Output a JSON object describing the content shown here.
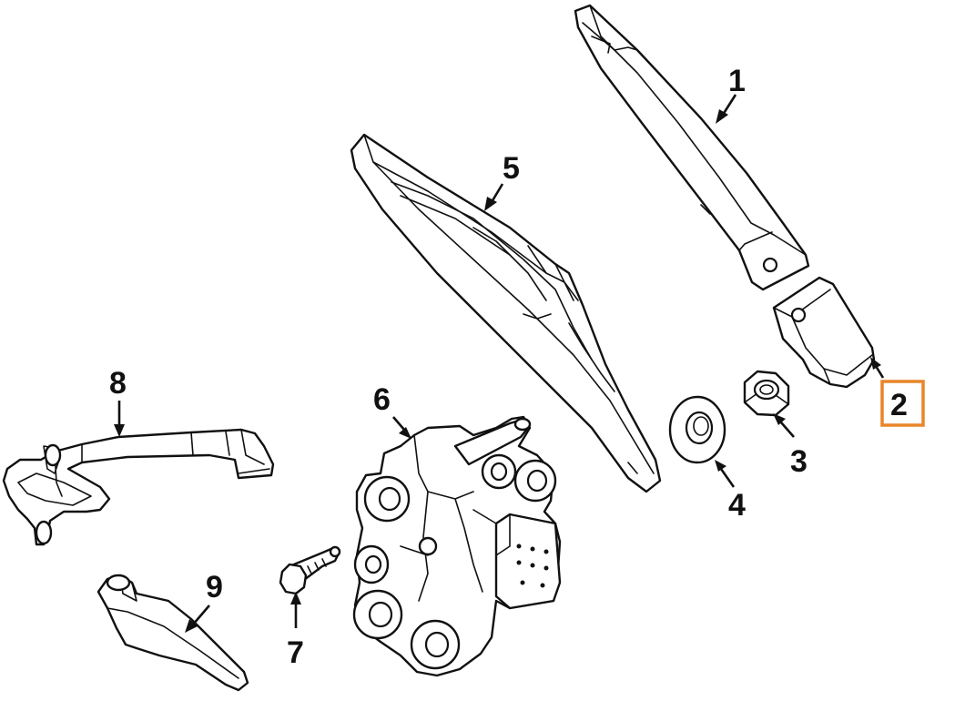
{
  "callouts": [
    {
      "id": "1",
      "label": "1",
      "highlighted": false
    },
    {
      "id": "2",
      "label": "2",
      "highlighted": true
    },
    {
      "id": "3",
      "label": "3",
      "highlighted": false
    },
    {
      "id": "4",
      "label": "4",
      "highlighted": false
    },
    {
      "id": "5",
      "label": "5",
      "highlighted": false
    },
    {
      "id": "6",
      "label": "6",
      "highlighted": false
    },
    {
      "id": "7",
      "label": "7",
      "highlighted": false
    },
    {
      "id": "8",
      "label": "8",
      "highlighted": false
    },
    {
      "id": "9",
      "label": "9",
      "highlighted": false
    }
  ],
  "highlight_color": "#E8862A",
  "line_color": "#111111",
  "background_color": "#FFFFFF"
}
